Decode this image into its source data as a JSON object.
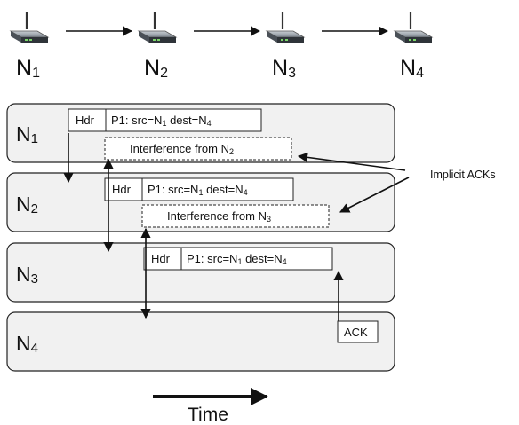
{
  "nodes": [
    {
      "label": "N",
      "sub": "1"
    },
    {
      "label": "N",
      "sub": "2"
    },
    {
      "label": "N",
      "sub": "3"
    },
    {
      "label": "N",
      "sub": "4"
    }
  ],
  "icon": "wireless-router-icon",
  "lanes": [
    {
      "label": "N",
      "sub": "1",
      "hdr": "Hdr",
      "packet": {
        "a": "P1: src=N",
        "a_sub": "1",
        "b": " dest=N",
        "b_sub": "4"
      },
      "interference": {
        "text": "Interference from N",
        "sub": "2"
      }
    },
    {
      "label": "N",
      "sub": "2",
      "hdr": "Hdr",
      "packet": {
        "a": "P1: src=N",
        "a_sub": "1",
        "b": " dest=N",
        "b_sub": "4"
      },
      "interference": {
        "text": "Interference from N",
        "sub": "3"
      }
    },
    {
      "label": "N",
      "sub": "3",
      "hdr": "Hdr",
      "packet": {
        "a": "P1: src=N",
        "a_sub": "1",
        "b": " dest=N",
        "b_sub": "4"
      }
    },
    {
      "label": "N",
      "sub": "4",
      "ack": "ACK"
    }
  ],
  "implicit_acks_label": "Implicit ACKs",
  "time_label": "Time",
  "colors": {
    "lane_fill": "#f1f1f1",
    "stroke": "#222222"
  }
}
